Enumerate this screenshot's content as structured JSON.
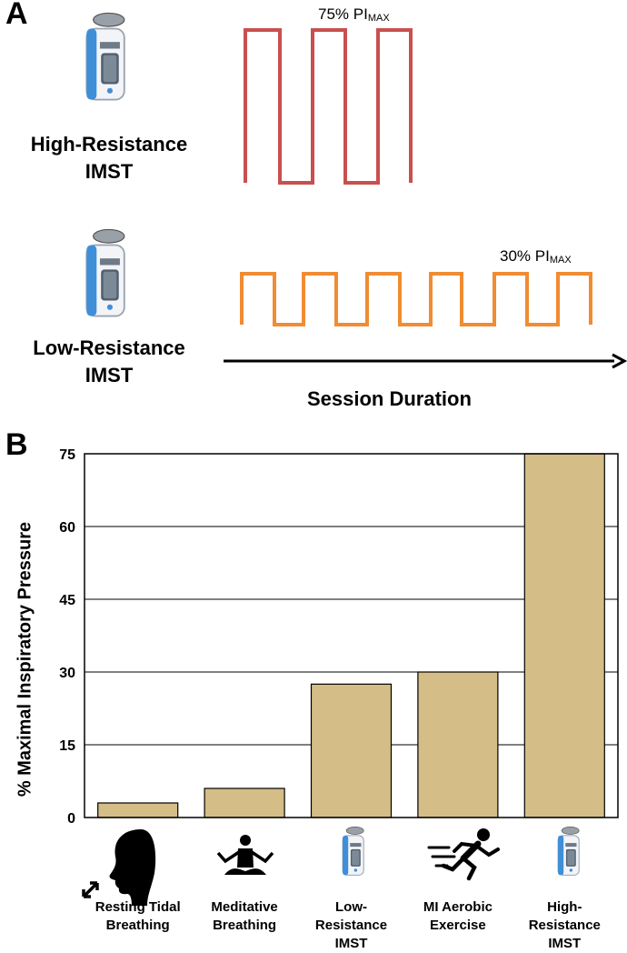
{
  "panel_a": {
    "letter": "A",
    "high_label": "High-Resistance\nIMST",
    "low_label": "Low-Resistance\nIMST",
    "high_pct_main": "75% PI",
    "high_pct_sub": "MAX",
    "low_pct_main": "30% PI",
    "low_pct_sub": "MAX",
    "x_axis_title": "Session Duration",
    "high_color": "#c8504e",
    "low_color": "#f08c32"
  },
  "panel_b": {
    "letter": "B"
  },
  "chart_data": {
    "type": "bar",
    "ylabel": "% Maximal Inspiratory Pressure",
    "ylim": [
      0,
      75
    ],
    "yticks": [
      "0",
      "15",
      "30",
      "45",
      "60",
      "75"
    ],
    "grid": true,
    "bar_color": "#d4bd86",
    "categories": [
      "Resting Tidal\nBreathing",
      "Meditative\nBreathing",
      "Low-\nResistance\nIMST",
      "MI Aerobic\nExercise",
      "High-\nResistance\nIMST"
    ],
    "category_icons": [
      "head-profile-icon",
      "meditation-icon",
      "breathing-trainer-icon",
      "running-person-icon",
      "breathing-trainer-icon"
    ],
    "values": [
      3,
      6,
      27.5,
      30,
      75
    ]
  }
}
